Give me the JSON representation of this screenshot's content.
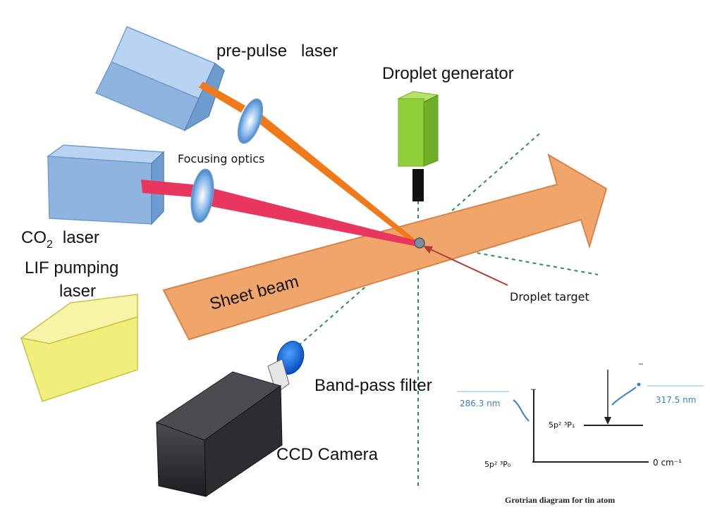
{
  "labels": {
    "pre_pulse_laser": "pre-pulse   laser",
    "droplet_generator": "Droplet generator",
    "focusing_optics": "Focusing optics",
    "co2_laser_main": "CO",
    "co2_laser_sub": "2",
    "co2_laser_rest": "laser",
    "lif_pumping_line1": "LIF pumping",
    "lif_pumping_line2": "laser",
    "sheet_beam": "Sheet beam",
    "droplet_target": "Droplet target",
    "band_pass_filter": "Band-pass filter",
    "ccd_camera": "CCD Camera"
  },
  "grotrian": {
    "caption": "Grotrian diagram for tin atom",
    "wavelength_left": "286.3 nm",
    "wavelength_right": "317.5 nm",
    "level_upper": "5p² ³P₁",
    "level_ground": "5p² ³P₀",
    "ground_energy": "0 cm⁻¹"
  },
  "colors": {
    "laser_blue": "#8fb4e0",
    "droplet_green": "#8fcf3a",
    "sheet_beam": "#f0a56b",
    "pre_pulse_beam": "#f07a1a",
    "co2_beam": "#e8365f",
    "lif_yellow": "#f2ee7a",
    "camera_black": "#2b2d33",
    "dashed_green": "#2e8b57",
    "arrow_red": "#b33a3a"
  }
}
